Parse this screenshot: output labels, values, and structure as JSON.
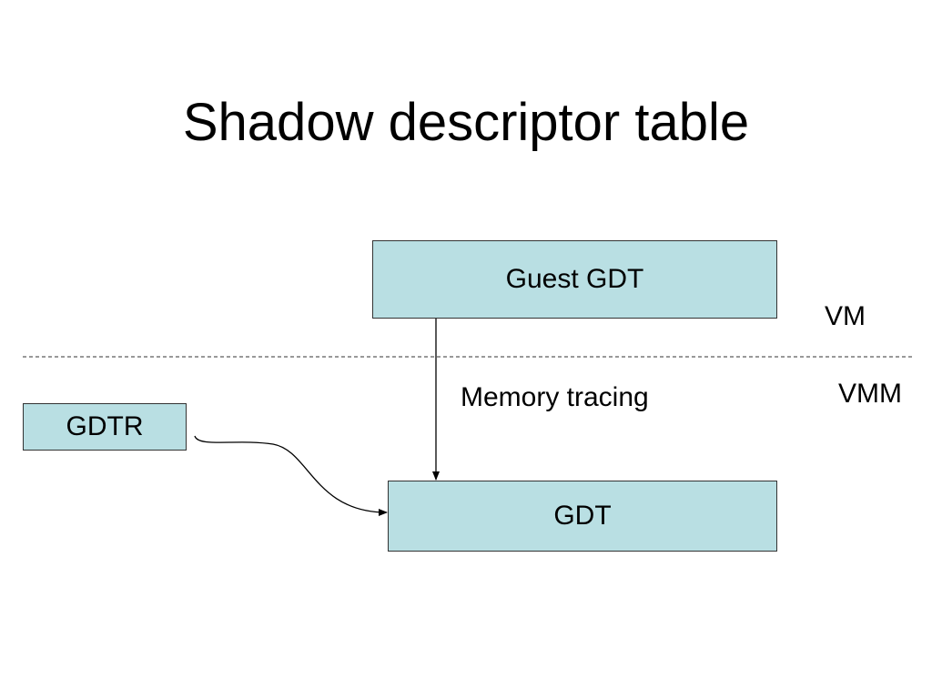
{
  "slide": {
    "title": "Shadow descriptor table"
  },
  "diagram": {
    "boxes": {
      "guest_gdt": "Guest GDT",
      "gdt": "GDT",
      "gdtr": "GDTR"
    },
    "regions": {
      "upper": "VM",
      "lower": "VMM"
    },
    "edge_label": "Memory tracing",
    "box_fill_color": "#b9dfe3"
  }
}
